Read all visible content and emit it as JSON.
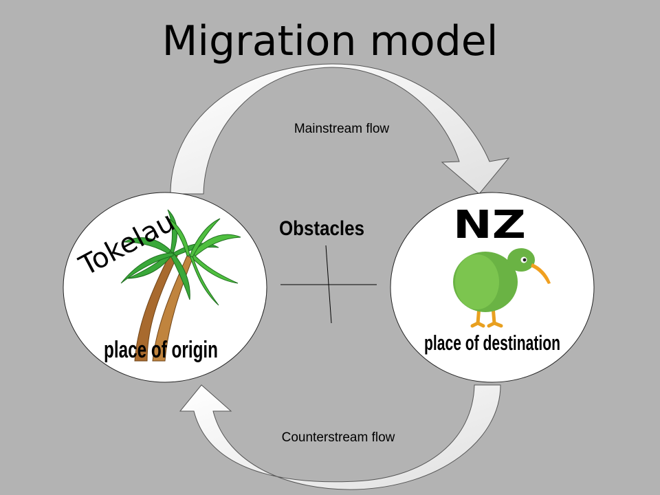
{
  "title": "Migration model",
  "flows": {
    "mainstream_label": "Mainstream flow",
    "counterstream_label": "Counterstream flow"
  },
  "obstacles_label": "Obstacles",
  "origin": {
    "name": "Tokelau",
    "caption": "place of origin",
    "icon": "palm-tree-icon"
  },
  "destination": {
    "name": "NZ",
    "caption": "place of destination",
    "icon": "kiwi-bird-icon"
  },
  "colors": {
    "background": "#b3b3b3",
    "circle_fill": "#ffffff",
    "arrow_fill": "#f2f2f2",
    "palm_leaf": "#3aa83a",
    "palm_trunk": "#b0763a",
    "kiwi_body": "#6ab344",
    "kiwi_beak": "#f0a020"
  }
}
